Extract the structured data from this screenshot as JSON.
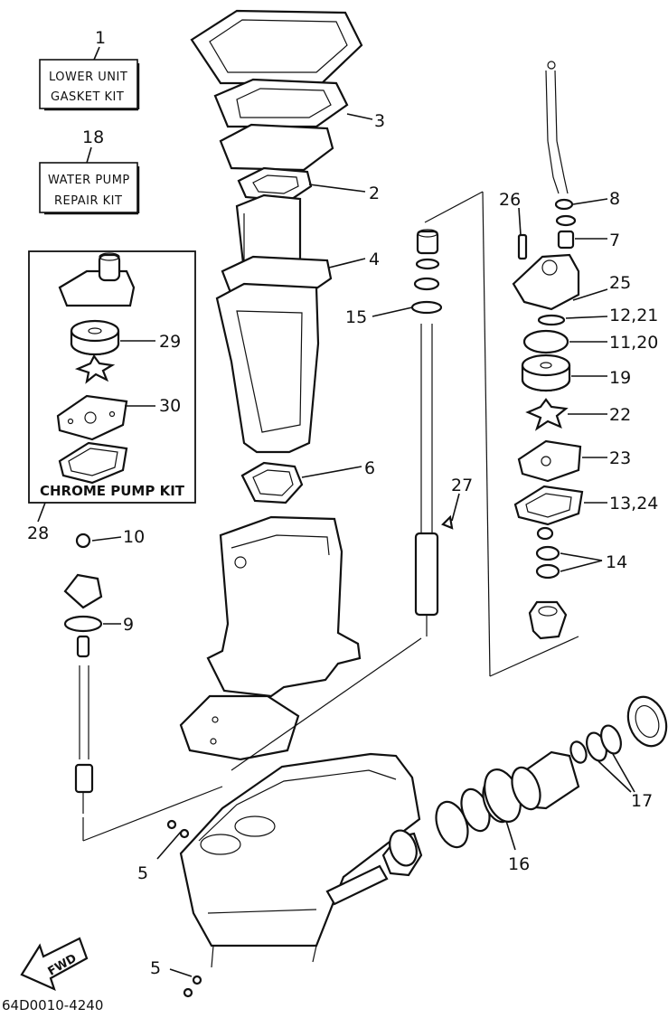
{
  "kits": {
    "lower_unit": {
      "number": "1",
      "line1": "LOWER UNIT",
      "line2": "GASKET KIT"
    },
    "water_pump": {
      "number": "18",
      "line1": "WATER PUMP",
      "line2": "REPAIR KIT"
    },
    "chrome_pump": {
      "number": "28",
      "label": "CHROME PUMP KIT"
    }
  },
  "callouts": {
    "c2": "2",
    "c3": "3",
    "c4": "4",
    "c5a": "5",
    "c5b": "5",
    "c6": "6",
    "c7": "7",
    "c8": "8",
    "c9": "9",
    "c10": "10",
    "c11_20": "11,20",
    "c12_21": "12,21",
    "c13_24": "13,24",
    "c14": "14",
    "c15": "15",
    "c16": "16",
    "c17": "17",
    "c19": "19",
    "c22": "22",
    "c23": "23",
    "c25": "25",
    "c26": "26",
    "c27": "27",
    "c29": "29",
    "c30": "30"
  },
  "fwd_label": "FWD",
  "diagram_code": "64D0010-4240"
}
